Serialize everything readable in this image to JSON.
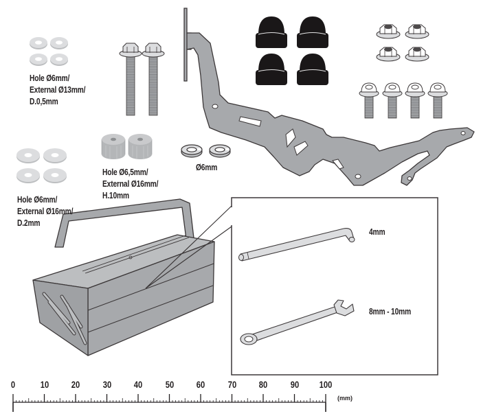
{
  "colors": {
    "metal": "#a7a9ac",
    "metal_light": "#c8c9cb",
    "washer": "#bcbec0",
    "washer_light": "#dcdddf",
    "cap": "#1a1718",
    "outline": "#3b3738",
    "ink": "#231f20"
  },
  "parts": {
    "washer_small": {
      "icon": "flat-washer-icon",
      "count": 4,
      "label_lines": [
        "Hole Ø6mm/",
        "External Ø13mm/",
        "D.0,5mm"
      ]
    },
    "washer_large": {
      "icon": "flat-washer-icon",
      "count": 4,
      "label_lines": [
        "Hole Ø6mm/",
        "External Ø16mm/",
        "D.2mm"
      ]
    },
    "spacer": {
      "icon": "spacer-icon",
      "count": 2,
      "label_lines": [
        "Hole Ø6,5mm/",
        "External Ø16mm/",
        "H.10mm"
      ]
    },
    "spring_washer": {
      "icon": "split-lock-washer-icon",
      "count": 2,
      "label": "Ø6mm"
    },
    "hex_bolt_long": {
      "icon": "hex-flange-bolt-icon",
      "count": 2
    },
    "bracket": {
      "icon": "mounting-bracket-icon",
      "count": 1
    },
    "nut_caps": {
      "icon": "nut-cap-icon",
      "count": 4
    },
    "flange_nuts": {
      "icon": "flange-nut-icon",
      "count": 4
    },
    "button_bolts": {
      "icon": "button-head-bolt-icon",
      "count": 4
    }
  },
  "tools": {
    "toolbox_icon": "cantilever-toolbox-icon",
    "items": [
      {
        "icon": "allen-key-icon",
        "label": "4mm"
      },
      {
        "icon": "combination-wrench-icon",
        "label": "8mm - 10mm"
      }
    ]
  },
  "ruler": {
    "ticks": [
      "0",
      "10",
      "20",
      "30",
      "40",
      "50",
      "60",
      "70",
      "80",
      "90",
      "100"
    ],
    "unit": "(mm)",
    "min": 0,
    "max": 100
  }
}
